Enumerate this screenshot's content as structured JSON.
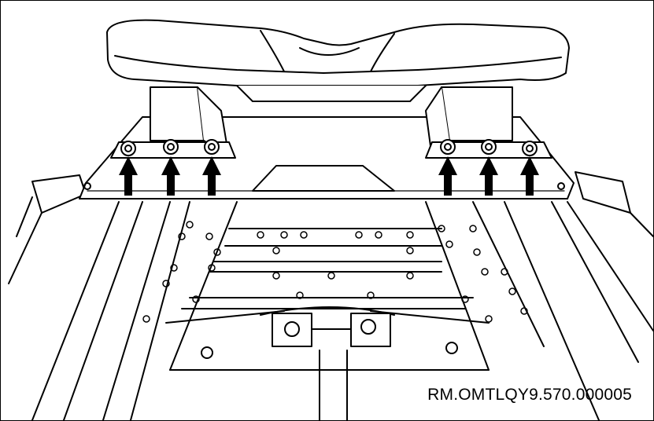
{
  "figure": {
    "reference_code": "RM.OMTLQY9.570.000005",
    "callout": "arrow-up",
    "arrow_count": 6,
    "colors": {
      "line": "#000000",
      "background": "#ffffff"
    }
  }
}
